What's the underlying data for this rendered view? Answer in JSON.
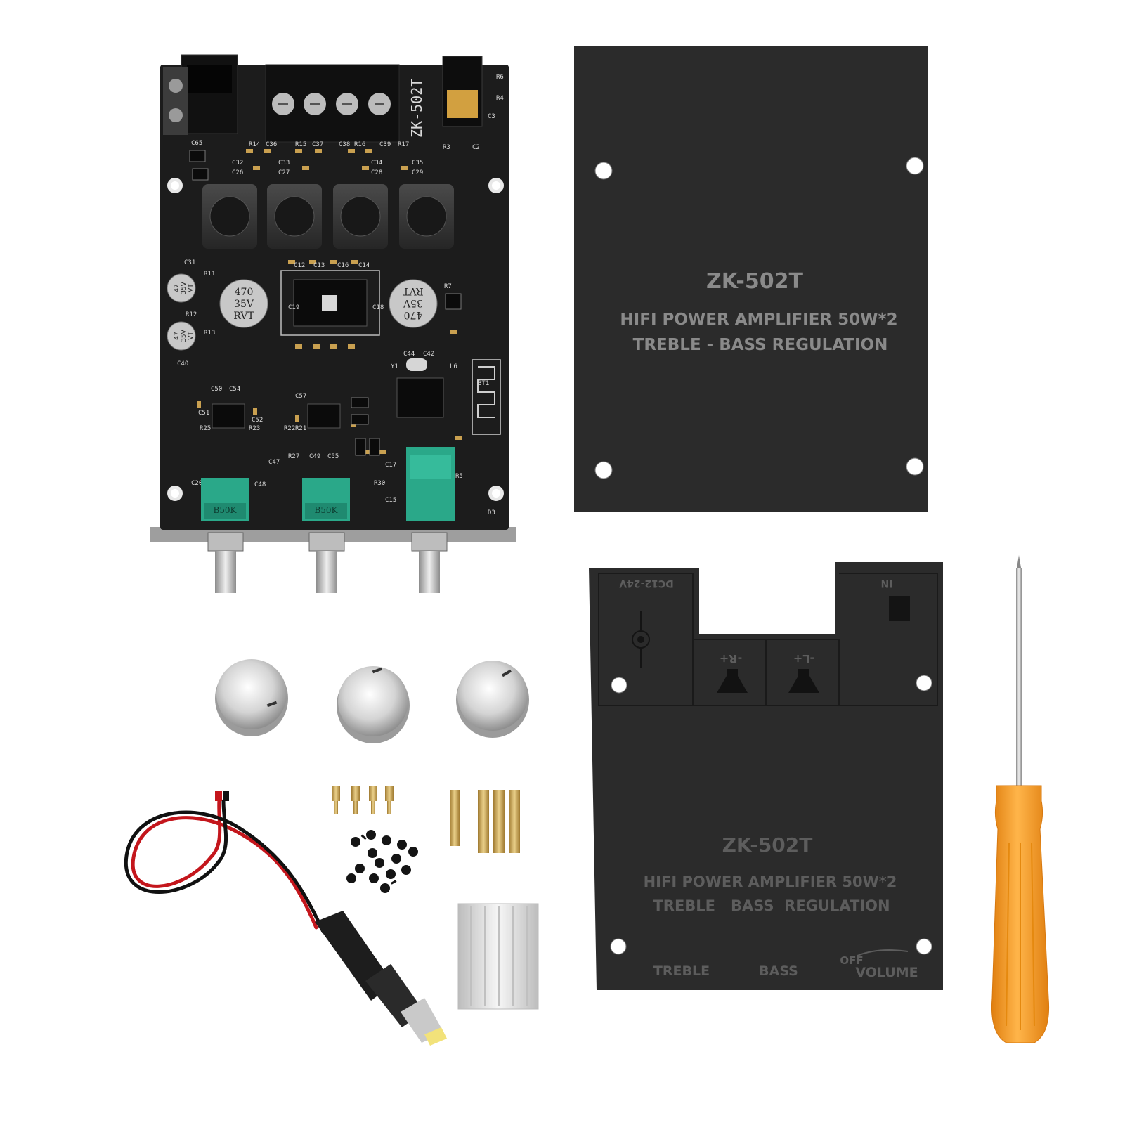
{
  "pcb": {
    "model_label": "ZK-502T",
    "pot_labels": [
      "B50K",
      "B50K"
    ],
    "capacitor_big": [
      "470",
      "35V",
      "RVT"
    ],
    "capacitor_small": [
      "47",
      "35V",
      "VT"
    ],
    "component_labels": [
      "C65",
      "R14",
      "C36",
      "R15",
      "C37",
      "C38",
      "R16",
      "C39",
      "R17",
      "C32",
      "C33",
      "C34",
      "C35",
      "C26",
      "C27",
      "C28",
      "C29",
      "C31",
      "R11",
      "C12",
      "C13",
      "C16",
      "C14",
      "R7",
      "R12",
      "R13",
      "C18",
      "C19",
      "C40",
      "C44",
      "C42",
      "Y1",
      "L6",
      "BT1",
      "C50",
      "C54",
      "C57",
      "C51",
      "C52",
      "R25",
      "R23",
      "R22",
      "R21",
      "C47",
      "R27",
      "C49",
      "C55",
      "C20",
      "C48",
      "C15",
      "C17",
      "R30",
      "R5",
      "D3",
      "R3",
      "R6",
      "R4",
      "C3",
      "C2"
    ]
  },
  "top_panel": {
    "model": "ZK-502T",
    "line1": "HIFI POWER AMPLIFIER 50W*2",
    "line2": "TREBLE - BASS REGULATION"
  },
  "bottom_panel": {
    "model": "ZK-502T",
    "line1": "HIFI POWER AMPLIFIER 50W*2",
    "line2": "TREBLE   BASS  REGULATION",
    "dc_label": "DC12-24V",
    "speaker_right": "-R+",
    "speaker_left": "-L+",
    "in_label": "IN",
    "knob_treble": "TREBLE",
    "knob_bass": "BASS",
    "knob_volume": "VOLUME",
    "knob_off": "OFF"
  },
  "colors": {
    "pcb": "#1c1c1c",
    "panel": "#2b2b2b",
    "pot_green": "#2aa889",
    "screwdriver_handle": "#f59a1f",
    "wire_red": "#c4161c",
    "brass": "#c9a45a"
  }
}
